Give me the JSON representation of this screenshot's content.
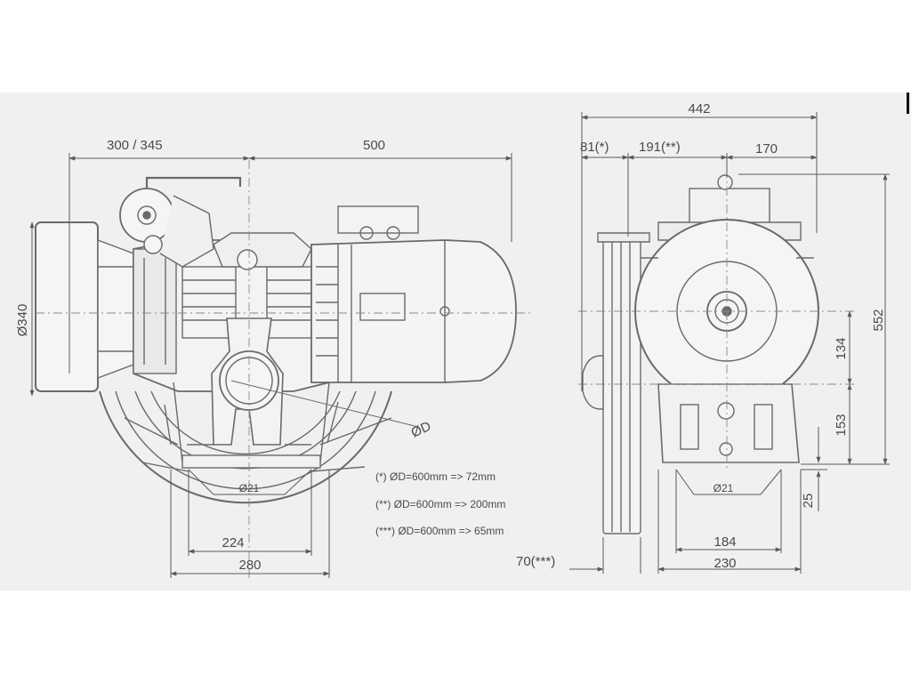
{
  "dimensions": {
    "front": {
      "top_left": "300 / 345",
      "top_right": "500",
      "left_diameter": "Ø340",
      "bottom_inner": "224",
      "bottom_outer": "280",
      "hole": "Ø21",
      "pulley_diameter": "ØD"
    },
    "side": {
      "overall_width": "442",
      "segment_a": "81(*)",
      "segment_b": "191(**)",
      "segment_c": "170",
      "overall_height": "552",
      "upper_height": "134",
      "lower_height": "153",
      "foot_height": "25",
      "bottom_inner": "184",
      "bottom_outer": "230",
      "belt_offset": "70(***)",
      "hole": "Ø21"
    }
  },
  "notes": [
    "(*) ØD=600mm => 72mm",
    "(**) ØD=600mm => 200mm",
    "(***) ØD=600mm => 65mm"
  ]
}
